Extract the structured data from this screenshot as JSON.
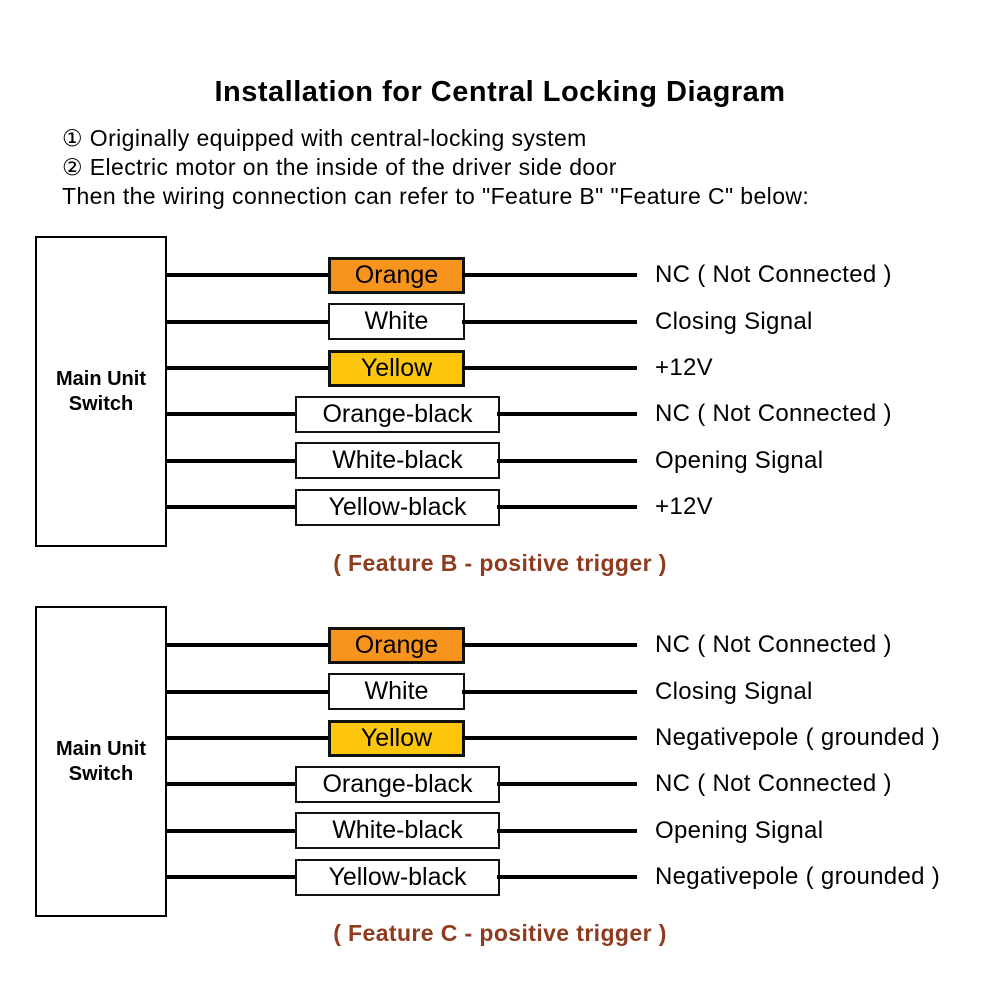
{
  "title": "Installation for Central Locking Diagram",
  "intro": {
    "line1": "① Originally equipped with central-locking system",
    "line2": "② Electric motor on the inside of the driver side door",
    "line3": "Then the wiring connection can refer to \"Feature B\" \"Feature C\" below:"
  },
  "colors": {
    "orange": "#F7941D",
    "yellow": "#FCC60D",
    "white": "#FFFFFF",
    "wire_black": "#000000",
    "caption_brown": "#8E3B1E"
  },
  "main_unit": {
    "line1": "Main Unit",
    "line2": "Switch"
  },
  "sections": [
    {
      "name": "Feature B",
      "caption": "( Feature B - positive trigger )",
      "rows": [
        {
          "wire_label": "Orange",
          "fill": "orange",
          "signal": "NC ( Not Connected )"
        },
        {
          "wire_label": "White",
          "fill": "white",
          "signal": "Closing Signal"
        },
        {
          "wire_label": "Yellow",
          "fill": "yellow",
          "signal": "+12V"
        },
        {
          "wire_label": "Orange-black",
          "fill": "white",
          "signal": "NC ( Not Connected )"
        },
        {
          "wire_label": "White-black",
          "fill": "white",
          "signal": "Opening Signal"
        },
        {
          "wire_label": "Yellow-black",
          "fill": "white",
          "signal": "+12V"
        }
      ]
    },
    {
      "name": "Feature C",
      "caption": "( Feature C - positive trigger )",
      "rows": [
        {
          "wire_label": "Orange",
          "fill": "orange",
          "signal": "NC ( Not Connected )"
        },
        {
          "wire_label": "White",
          "fill": "white",
          "signal": "Closing Signal"
        },
        {
          "wire_label": "Yellow",
          "fill": "yellow",
          "signal": "Negativepole ( grounded )"
        },
        {
          "wire_label": "Orange-black",
          "fill": "white",
          "signal": "NC ( Not Connected )"
        },
        {
          "wire_label": "White-black",
          "fill": "white",
          "signal": "Opening Signal"
        },
        {
          "wire_label": "Yellow-black",
          "fill": "white",
          "signal": "Negativepole ( grounded )"
        }
      ]
    }
  ]
}
